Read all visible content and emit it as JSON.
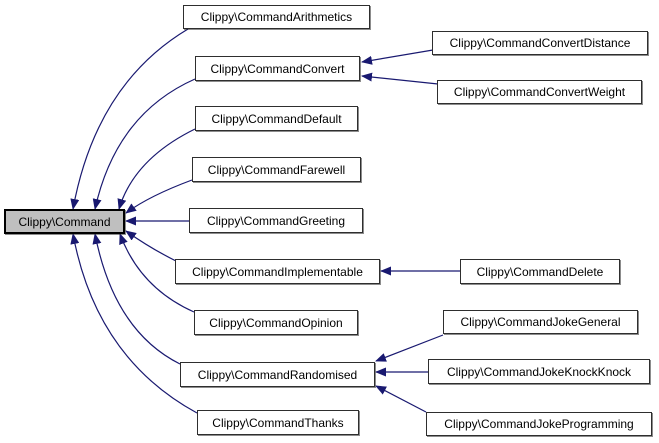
{
  "colors": {
    "background": "#ffffff",
    "edge": "#191970",
    "node_border": "#2e2e2e",
    "node_fill": "#ffffff",
    "highlighted_node_fill": "#bfbfbf",
    "text": "#000000"
  },
  "nodes": {
    "command": {
      "label": "Clippy\\Command",
      "highlighted": true
    },
    "command_arithmetics": {
      "label": "Clippy\\CommandArithmetics"
    },
    "command_convert": {
      "label": "Clippy\\CommandConvert"
    },
    "command_convert_distance": {
      "label": "Clippy\\CommandConvertDistance"
    },
    "command_convert_weight": {
      "label": "Clippy\\CommandConvertWeight"
    },
    "command_default": {
      "label": "Clippy\\CommandDefault"
    },
    "command_farewell": {
      "label": "Clippy\\CommandFarewell"
    },
    "command_greeting": {
      "label": "Clippy\\CommandGreeting"
    },
    "command_implementable": {
      "label": "Clippy\\CommandImplementable"
    },
    "command_delete": {
      "label": "Clippy\\CommandDelete"
    },
    "command_opinion": {
      "label": "Clippy\\CommandOpinion"
    },
    "command_randomised": {
      "label": "Clippy\\CommandRandomised"
    },
    "command_joke_general": {
      "label": "Clippy\\CommandJokeGeneral"
    },
    "command_joke_knock_knock": {
      "label": "Clippy\\CommandJokeKnockKnock"
    },
    "command_joke_programming": {
      "label": "Clippy\\CommandJokeProgramming"
    },
    "command_thanks": {
      "label": "Clippy\\CommandThanks"
    }
  },
  "edges": [
    {
      "from": "command_arithmetics",
      "to": "command"
    },
    {
      "from": "command_convert",
      "to": "command"
    },
    {
      "from": "command_default",
      "to": "command"
    },
    {
      "from": "command_farewell",
      "to": "command"
    },
    {
      "from": "command_greeting",
      "to": "command"
    },
    {
      "from": "command_implementable",
      "to": "command"
    },
    {
      "from": "command_opinion",
      "to": "command"
    },
    {
      "from": "command_randomised",
      "to": "command"
    },
    {
      "from": "command_thanks",
      "to": "command"
    },
    {
      "from": "command_convert_distance",
      "to": "command_convert"
    },
    {
      "from": "command_convert_weight",
      "to": "command_convert"
    },
    {
      "from": "command_delete",
      "to": "command_implementable"
    },
    {
      "from": "command_joke_general",
      "to": "command_randomised"
    },
    {
      "from": "command_joke_knock_knock",
      "to": "command_randomised"
    },
    {
      "from": "command_joke_programming",
      "to": "command_randomised"
    }
  ]
}
